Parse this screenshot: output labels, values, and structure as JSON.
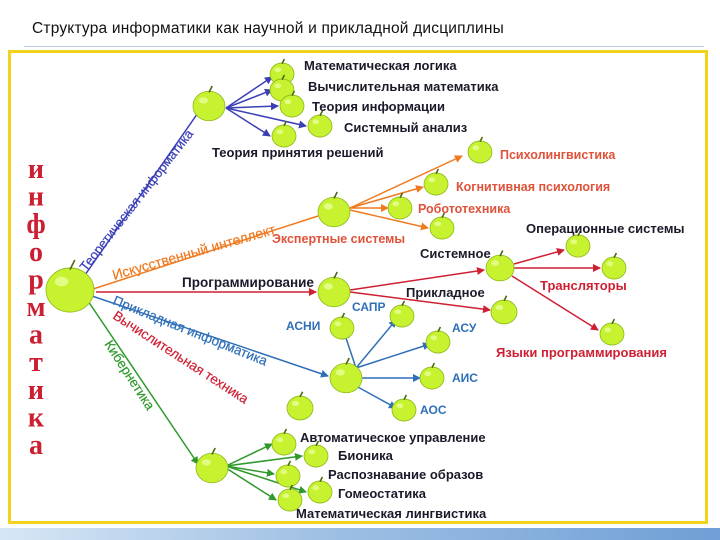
{
  "slide": {
    "title": "Структура информатики как научной и прикладной дисциплины"
  },
  "vertical_word": [
    "и",
    "н",
    "ф",
    "о",
    "р",
    "м",
    "а",
    "т",
    "и",
    "к",
    "а"
  ],
  "branches": {
    "theoretical": "Теоретическая информатика",
    "ai": "Искусственный интеллект",
    "programming": "Программирование",
    "applied": "Прикладная информатика",
    "computing": "Вычислительная техника",
    "cybernetics": "Кибернетика"
  },
  "theoretical_items": [
    "Математическая логика",
    "Вычислительная математика",
    "Теория информации",
    "Системный анализ",
    "Теория принятия решений"
  ],
  "ai_items": [
    "Психолингвистика",
    "Когнитивная психология",
    "Робототехника",
    "Экспертные системы"
  ],
  "programming_items": {
    "system": "Системное",
    "applied": "Прикладное",
    "os": "Операционные системы",
    "translators": "Трансляторы",
    "languages": "Языки программирования"
  },
  "applied_items": [
    "САПР",
    "АСНИ",
    "АСУ",
    "АИС",
    "АОС"
  ],
  "cybernetics_items": [
    "Автоматическое управление",
    "Бионика",
    "Распознавание образов",
    "Гомеостатика",
    "Математическая лингвистика"
  ],
  "colors": {
    "apple": "#c6f230",
    "apple_stroke": "#8fb81a",
    "theory": "#3b3fb6",
    "ai": "#f0791f",
    "programming": "#cf1f33",
    "applied": "#2f6fb8",
    "cybernetics": "#2f9a2c",
    "vertical_word": "#cc1f33",
    "text": "#1a1a2a",
    "ai_text": "#e0523a"
  }
}
